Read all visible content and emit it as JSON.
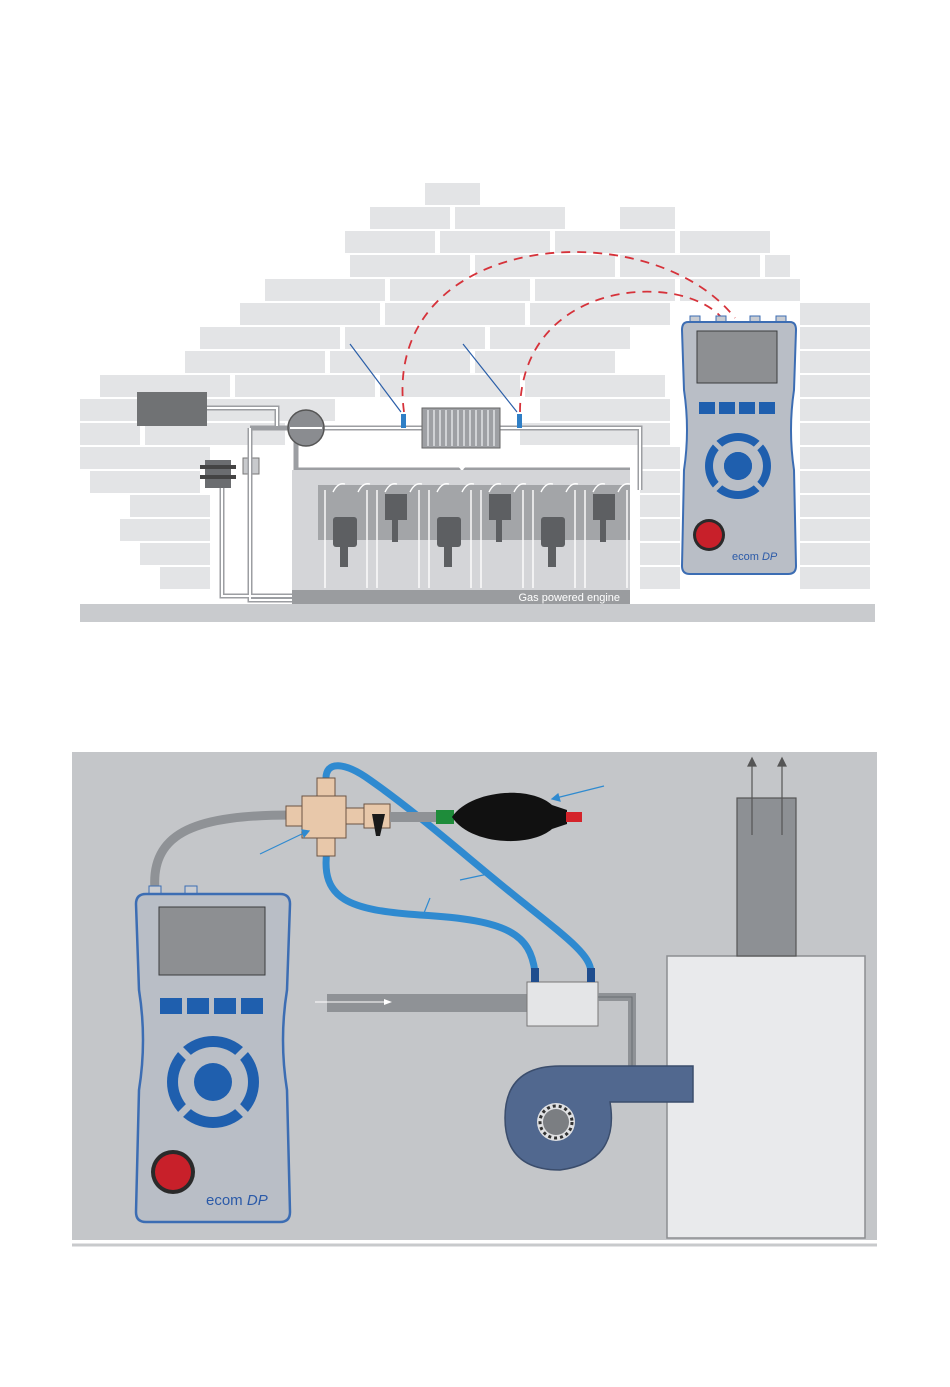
{
  "top_diagram": {
    "engine_label": "Gas powered engine",
    "device_brand": "ecom",
    "device_model": "DP"
  },
  "bottom_diagram": {
    "device_brand": "ecom",
    "device_model": "DP"
  },
  "colors": {
    "device_body": "#b9bec6",
    "device_outline": "#3c6db3",
    "device_button": "#1f5fae",
    "power_button": "#c8202a",
    "tube_blue": "#2f8ad0",
    "dashed_line": "#d6323a",
    "blower": "#51688f"
  }
}
